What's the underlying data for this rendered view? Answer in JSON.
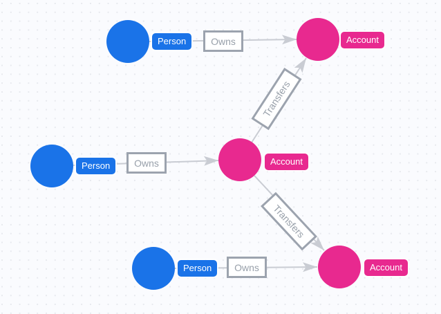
{
  "canvas": {
    "background_color": "#fafbfe",
    "dot_color": "#e7e9ee"
  },
  "colors": {
    "person_node": "#1a73e8",
    "account_node": "#e8298f",
    "edge_line": "#c9ccd3",
    "relationship_border": "#9ca3ae",
    "relationship_text": "#98a0aa",
    "badge_text": "#ffffff"
  },
  "nodes": [
    {
      "id": "person-1",
      "type": "Person",
      "label": "Person"
    },
    {
      "id": "person-2",
      "type": "Person",
      "label": "Person"
    },
    {
      "id": "person-3",
      "type": "Person",
      "label": "Person"
    },
    {
      "id": "account-1",
      "type": "Account",
      "label": "Account"
    },
    {
      "id": "account-2",
      "type": "Account",
      "label": "Account"
    },
    {
      "id": "account-3",
      "type": "Account",
      "label": "Account"
    }
  ],
  "relationships": [
    {
      "id": "owns-1",
      "from": "person-1",
      "to": "account-1",
      "label": "Owns"
    },
    {
      "id": "owns-2",
      "from": "person-2",
      "to": "account-2",
      "label": "Owns"
    },
    {
      "id": "owns-3",
      "from": "person-3",
      "to": "account-3",
      "label": "Owns"
    },
    {
      "id": "transfers-1",
      "from": "account-2",
      "to": "account-1",
      "label": "Transfers"
    },
    {
      "id": "transfers-2",
      "from": "account-2",
      "to": "account-3",
      "label": "Transfers"
    }
  ]
}
